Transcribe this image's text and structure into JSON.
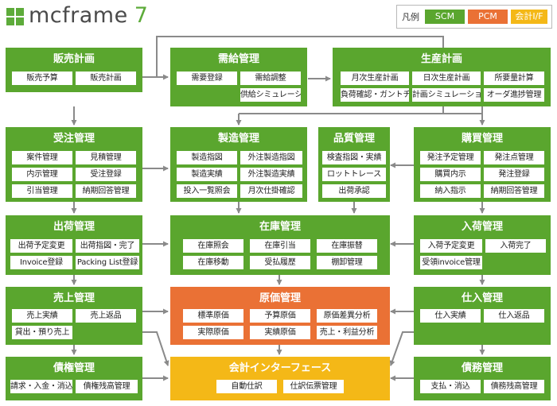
{
  "header": {
    "logo_text": "mcframe",
    "logo_version": "7"
  },
  "legend": {
    "title": "凡例",
    "items": [
      {
        "label": "SCM",
        "color": "#5aa62e"
      },
      {
        "label": "PCM",
        "color": "#ea7135"
      },
      {
        "label": "会計I/F",
        "color": "#f4b817"
      }
    ]
  },
  "modules": {
    "sales_plan": {
      "title": "販売計画",
      "items": [
        "販売予算",
        "販売計画"
      ]
    },
    "supply_demand": {
      "title": "需給管理",
      "items": [
        "需要登録",
        "需給調整",
        "供給シミュレーション"
      ]
    },
    "production_plan": {
      "title": "生産計画",
      "items": [
        "月次生産計画",
        "日次生産計画",
        "所要量計算",
        "負荷確認・ガントチャート",
        "計画シミュレーション",
        "オーダ進捗管理"
      ]
    },
    "order_mgmt": {
      "title": "受注管理",
      "items": [
        "案件管理",
        "見積管理",
        "内示管理",
        "受注登録",
        "引当管理",
        "納期回答管理"
      ]
    },
    "manufacturing": {
      "title": "製造管理",
      "items": [
        "製造指図",
        "外注製造指図",
        "製造実績",
        "外注製造実績",
        "投入一覧照会",
        "月次仕掛確認"
      ]
    },
    "quality": {
      "title": "品質管理",
      "items": [
        "検査指図・実績",
        "ロットトレース",
        "出荷承認"
      ]
    },
    "purchasing": {
      "title": "購買管理",
      "items": [
        "発注予定管理",
        "発注点管理",
        "購買内示",
        "発注登録",
        "納入指示",
        "納期回答管理"
      ]
    },
    "shipping": {
      "title": "出荷管理",
      "items": [
        "出荷予定変更",
        "出荷指図・完了",
        "Invoice登録",
        "Packing List登録"
      ]
    },
    "inventory": {
      "title": "在庫管理",
      "items": [
        "在庫照会",
        "在庫引当",
        "在庫振替",
        "在庫移動",
        "受払履歴",
        "棚卸管理"
      ]
    },
    "receiving": {
      "title": "入荷管理",
      "items": [
        "入荷予定変更",
        "入荷完了",
        "受領invoice管理"
      ]
    },
    "sales_mgmt": {
      "title": "売上管理",
      "items": [
        "売上実績",
        "売上返品",
        "貸出・預り売上"
      ]
    },
    "cost_mgmt": {
      "title": "原価管理",
      "items": [
        "標準原価",
        "予算原価",
        "原価差異分析",
        "実際原価",
        "実績原価",
        "売上・利益分析"
      ]
    },
    "procurement_receipt": {
      "title": "仕入管理",
      "items": [
        "仕入実績",
        "仕入返品"
      ]
    },
    "receivables": {
      "title": "債権管理",
      "items": [
        "請求・入金・消込",
        "債権残高管理"
      ]
    },
    "accounting_if": {
      "title": "会計インターフェース",
      "items": [
        "自動仕訳",
        "仕訳伝票管理"
      ]
    },
    "payables": {
      "title": "債務管理",
      "items": [
        "支払・消込",
        "債務残高管理"
      ]
    }
  }
}
